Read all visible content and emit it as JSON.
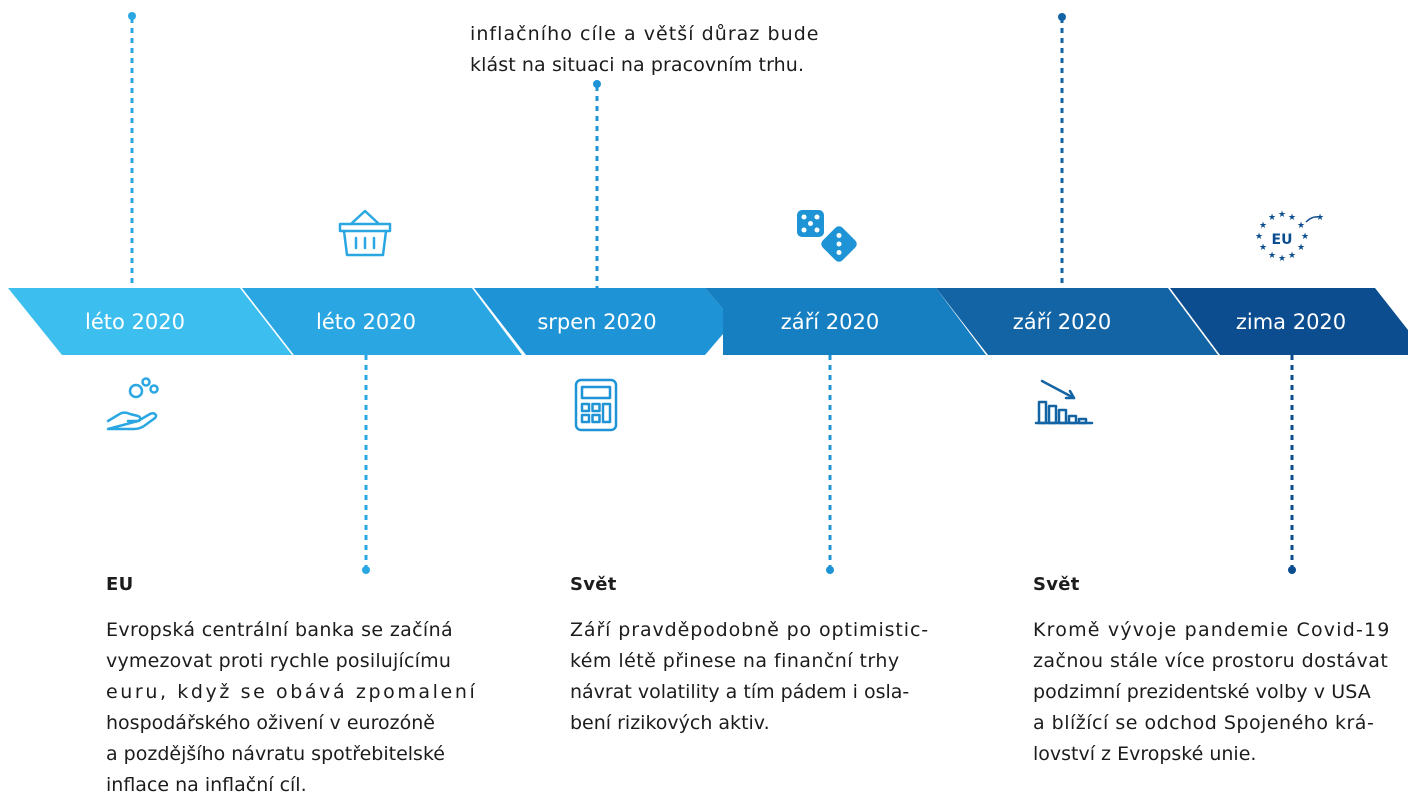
{
  "top_text": {
    "lines": [
      "inflačního cíle a větší důraz bude",
      "klást na situaci na pracovním trhu."
    ]
  },
  "timeline": [
    {
      "label": "léto 2020",
      "color": "#3cbfee"
    },
    {
      "label": "léto 2020",
      "color": "#2aa7e3"
    },
    {
      "label": "srpen 2020",
      "color": "#1e93d6"
    },
    {
      "label": "září 2020",
      "color": "#167fc2"
    },
    {
      "label": "září 2020",
      "color": "#1364a4"
    },
    {
      "label": "zima 2020",
      "color": "#0c4d8f"
    }
  ],
  "icons": [
    {
      "name": "money-hand-icon",
      "color": "#2aa7e3"
    },
    {
      "name": "shopping-basket-icon",
      "color": "#2aa7e3"
    },
    {
      "name": "calculator-icon",
      "color": "#1e93d6"
    },
    {
      "name": "dice-icon",
      "color": "#1e93d6"
    },
    {
      "name": "declining-chart-icon",
      "color": "#1364a4"
    },
    {
      "name": "eu-stars-icon",
      "color": "#0c4d8f"
    }
  ],
  "info_blocks": [
    {
      "heading": "EU",
      "lines": [
        "Evropská centrální banka se začíná",
        "vymezovat proti rychle posilujícímu",
        "euru, když se obává zpomalení",
        "hospodářského oživení v eurozóně",
        "a pozdějšího návratu spotřebitelské",
        "inflace na inflační cíl."
      ]
    },
    {
      "heading": "Svět",
      "lines": [
        "Září pravděpodobně po optimistic-",
        "kém létě přinese na finanční trhy",
        "návrat volatility a tím pádem i osla-",
        "bení rizikových aktiv."
      ]
    },
    {
      "heading": "Svět",
      "lines": [
        "Kromě vývoje pandemie Covid-19",
        "začnou stále více prostoru dostávat",
        "podzimní prezidentské volby v USA",
        "a blížící se odchod Spojeného krá-",
        "lovství z Evropské unie."
      ]
    }
  ],
  "colors": {
    "dot_light": "#2aa7e3",
    "dot_mid": "#1e93d6",
    "dot_dark": "#0c4d8f",
    "text": "#1c1c1c"
  }
}
